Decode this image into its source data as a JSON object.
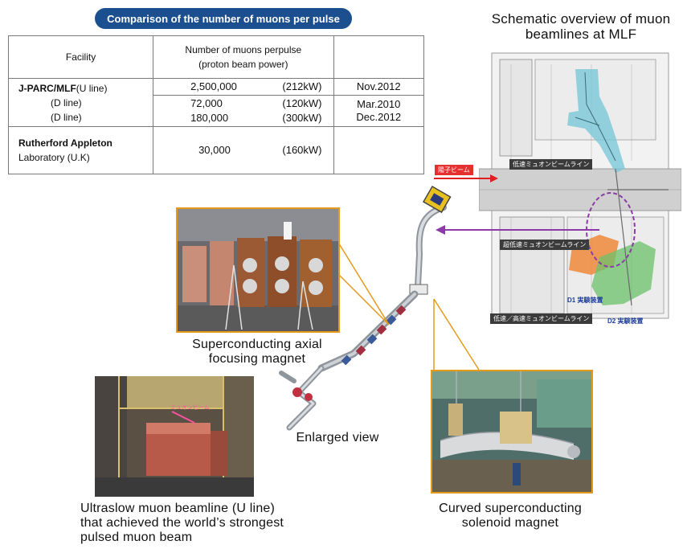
{
  "table": {
    "title": "Comparison of the number of muons per pulse",
    "header": {
      "facility": "Facility",
      "number_line1": "Number of muons perpulse",
      "number_line2": "(proton beam power)"
    },
    "jparc": {
      "facility": "J-PARC/MLF",
      "lines": [
        "(U line)",
        "(D line)",
        "(D line)"
      ],
      "rows": [
        {
          "muons": "2,500,000",
          "power": "(212kW)",
          "date": "Nov.2012"
        },
        {
          "muons": "72,000",
          "power": "(120kW)",
          "date": "Mar.2010"
        },
        {
          "muons": "180,000",
          "power": "(300kW)",
          "date": "Dec.2012"
        }
      ]
    },
    "ral": {
      "facility_line1": "Rutherford Appleton",
      "facility_line2": "Laboratory (U.K)",
      "muons": "30,000",
      "power": "(160kW)",
      "date": ""
    }
  },
  "schematic": {
    "title_line1": "Schematic overview of muon",
    "title_line2": "beamlines at MLF",
    "tags": {
      "proton_beam": "陽子ビーム",
      "slow_line": "低速ミュオンビームライン",
      "ultraslow_line": "超低速ミュオンビームライン",
      "d1": "D1 実験装置",
      "d2": "D2 実験装置",
      "slow_fast_line": "低速／高速ミュオンビームライン"
    }
  },
  "captions": {
    "axial_line1": "Superconducting axial",
    "axial_line2": "focusing magnet",
    "enlarged": "Enlarged view",
    "ultraslow_line1": "Ultraslow muon beamline (U line)",
    "ultraslow_line2": "that achieved the world’s strongest",
    "ultraslow_line3": "pulsed muon beam",
    "solenoid_line1": "Curved superconducting",
    "solenoid_line2": "solenoid magnet"
  },
  "photo_labels": {
    "ultraslow_sign": "ミュオンビーム"
  },
  "colors": {
    "title_bar": "#1c4f8f",
    "photo_border": "#e59a1c",
    "arrow_purple": "#8b3aa8",
    "proton_arrow": "#e02020",
    "area_cyan": "#7cc8d8",
    "area_orange": "#f08a3c",
    "area_green": "#6cc26a"
  }
}
